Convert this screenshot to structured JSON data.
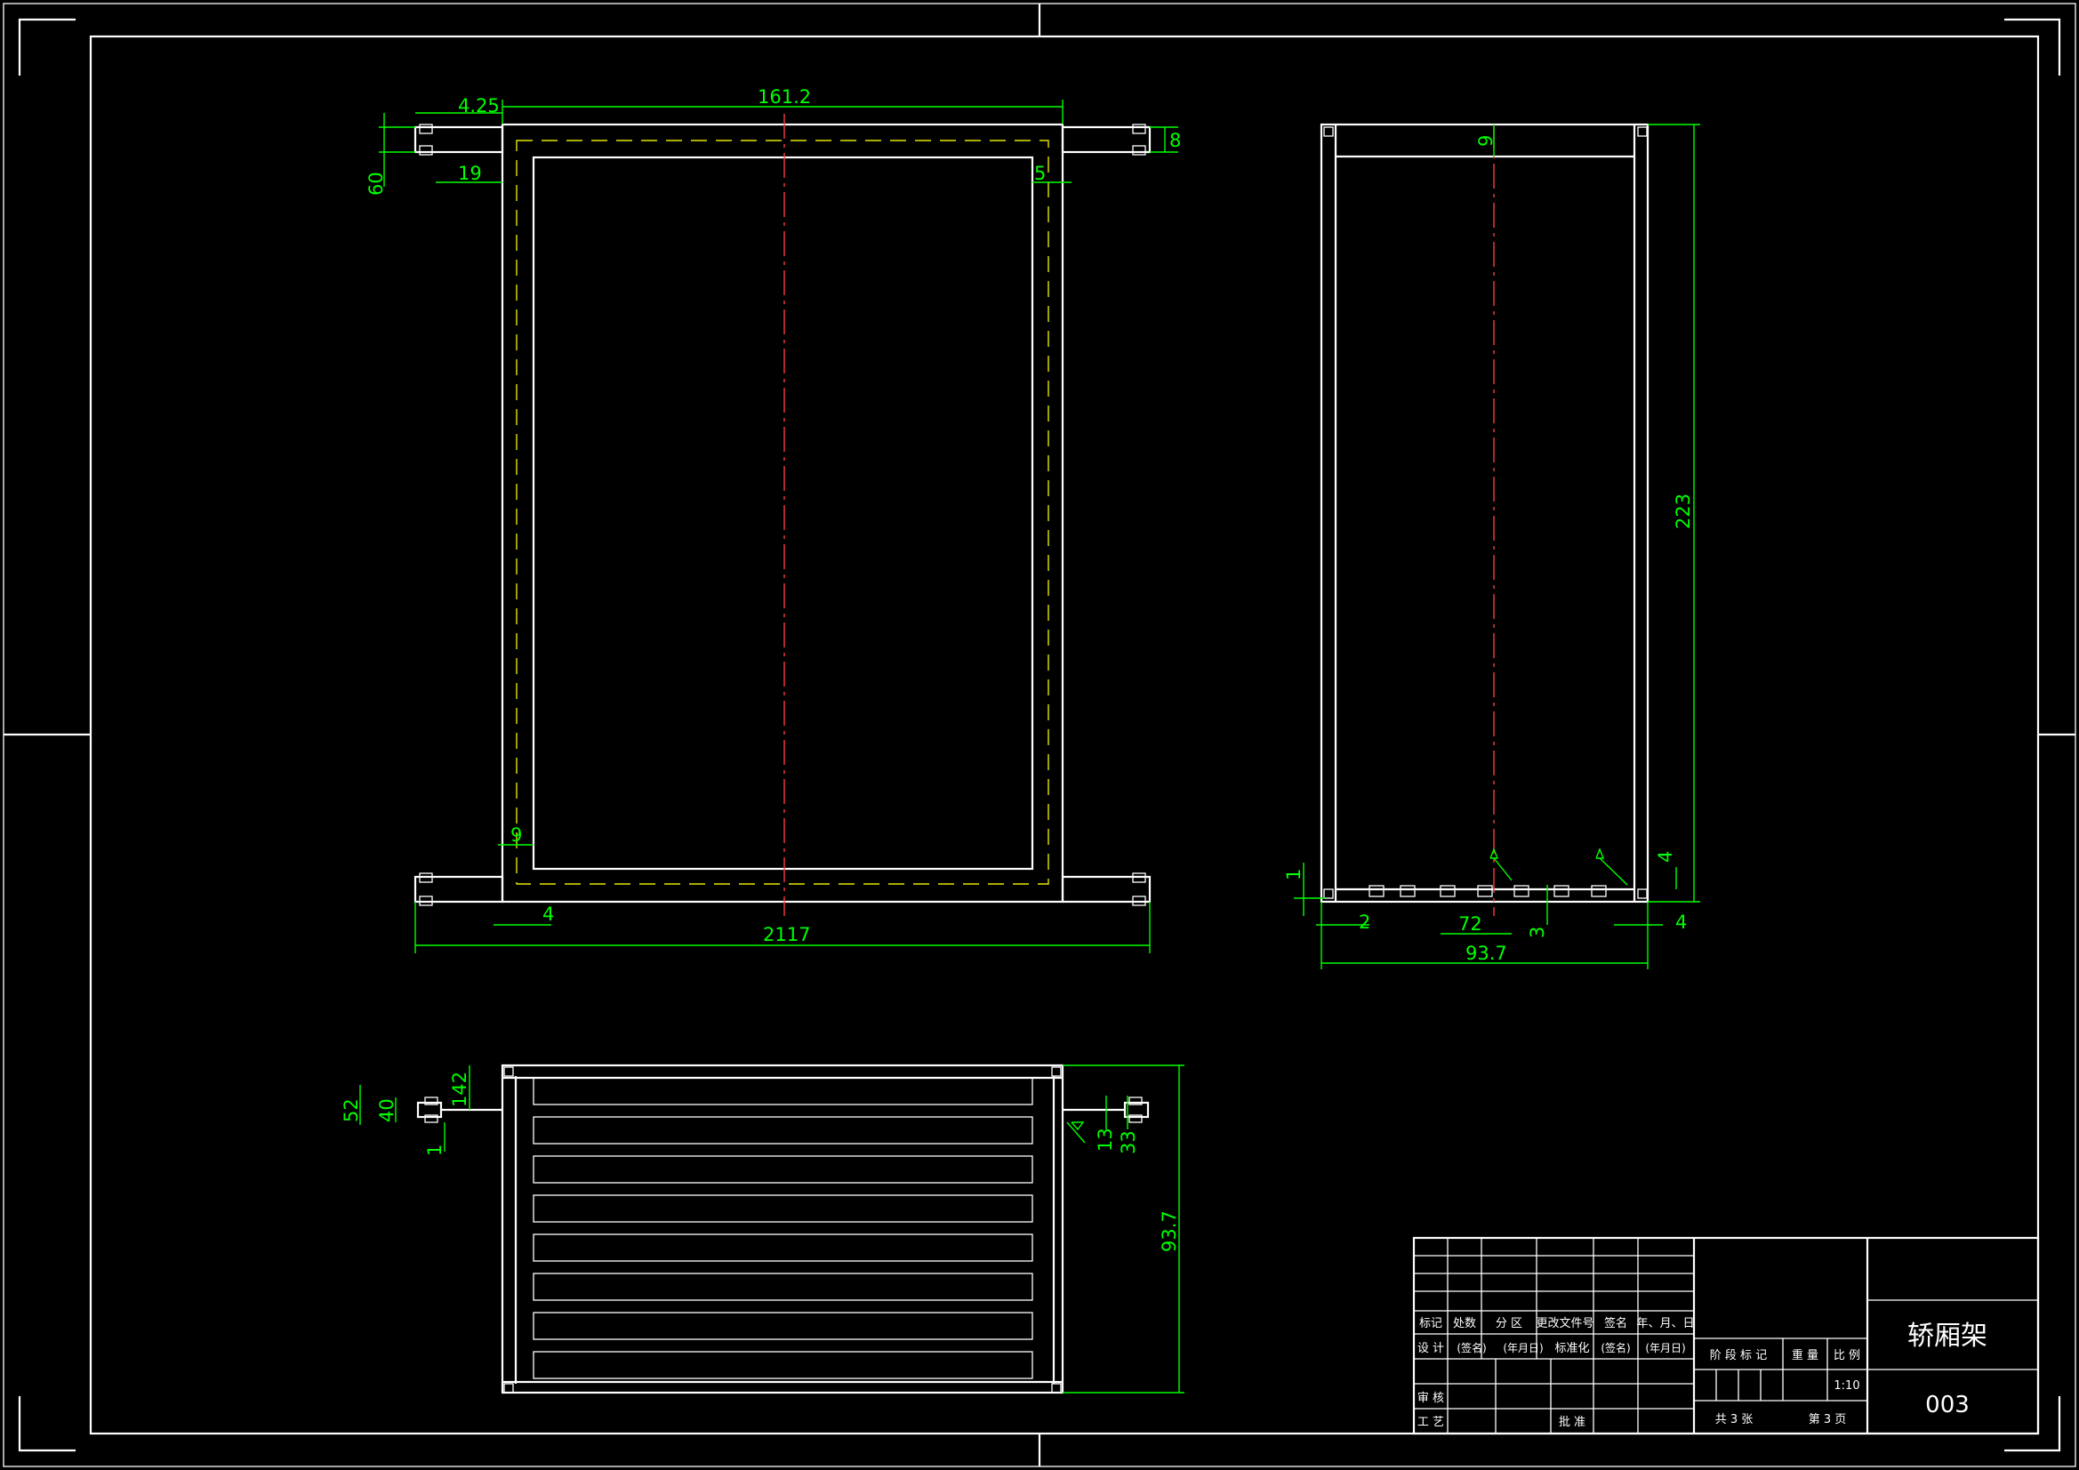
{
  "title_block": {
    "drawing_name": "轿厢架",
    "drawing_number": "003",
    "scale": "1:10",
    "headers": [
      "标记",
      "处数",
      "分 区",
      "更改文件号",
      "签名",
      "年、月、日"
    ],
    "row_design": [
      "设 计",
      "(签名)",
      "(年月日)",
      "标准化",
      "(签名)",
      "(年月日)"
    ],
    "stage_headers": [
      "阶 段 标 记",
      "重 量",
      "比 例"
    ],
    "review": "审 核",
    "process": "工 艺",
    "approve": "批 准",
    "sheet_total": "共 3 张",
    "sheet_current": "第 3 页"
  },
  "front_view_dims": {
    "d4_25": "4.25",
    "d161_2": "161.2",
    "d8": "8",
    "d60": "60",
    "d19": "19",
    "d5": "5",
    "d9": "9",
    "d4": "4",
    "d2117": "2117"
  },
  "side_view_dims": {
    "d9": "9",
    "d223": "223",
    "d4a": "4",
    "d1": "1",
    "d2": "2",
    "d72": "72",
    "d3": "3",
    "d4b": "4",
    "d93_7": "93.7"
  },
  "top_view_dims": {
    "d52": "52",
    "d40": "40",
    "d142": "142",
    "d1": "1",
    "d13": "13",
    "d33": "33",
    "d93_7": "93.7"
  },
  "colors": {
    "line": "#ffffff",
    "dimension": "#00ff00",
    "centerline": "#ff3b3b",
    "hidden": "#e6e600",
    "background": "#000000"
  }
}
